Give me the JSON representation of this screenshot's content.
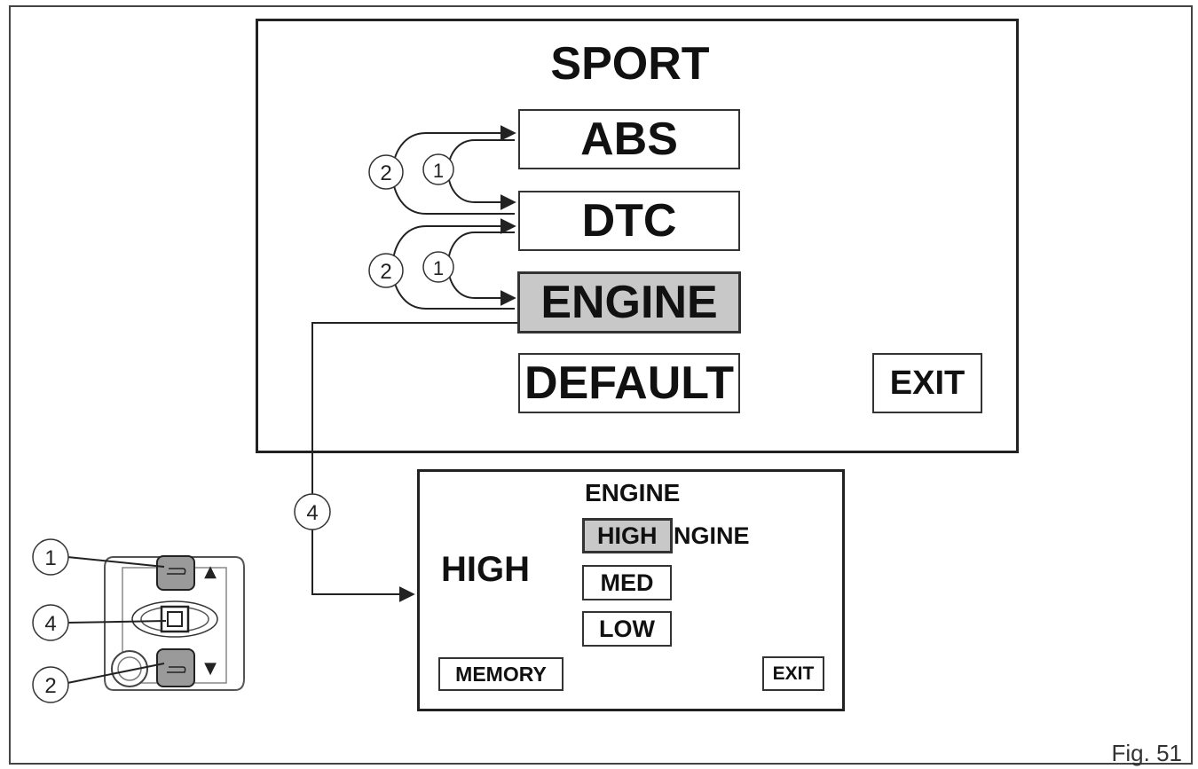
{
  "figure_label": "Fig. 51",
  "top_panel": {
    "title": "SPORT",
    "items": [
      "ABS",
      "DTC",
      "ENGINE",
      "DEFAULT"
    ],
    "selected": "ENGINE",
    "exit_label": "EXIT"
  },
  "step_labels": {
    "up": "1",
    "down": "2",
    "select": "4"
  },
  "bottom_panel": {
    "header": "ENGINE",
    "current_value": "HIGH",
    "options": [
      "HIGH",
      "MED",
      "LOW"
    ],
    "overlap_text": "NGINE",
    "selected": "HIGH",
    "memory_label": "MEMORY",
    "exit_label": "EXIT"
  },
  "switch_block": {
    "labels": [
      "1",
      "4",
      "2"
    ],
    "arrow_up": "▲",
    "arrow_down": "▼"
  }
}
